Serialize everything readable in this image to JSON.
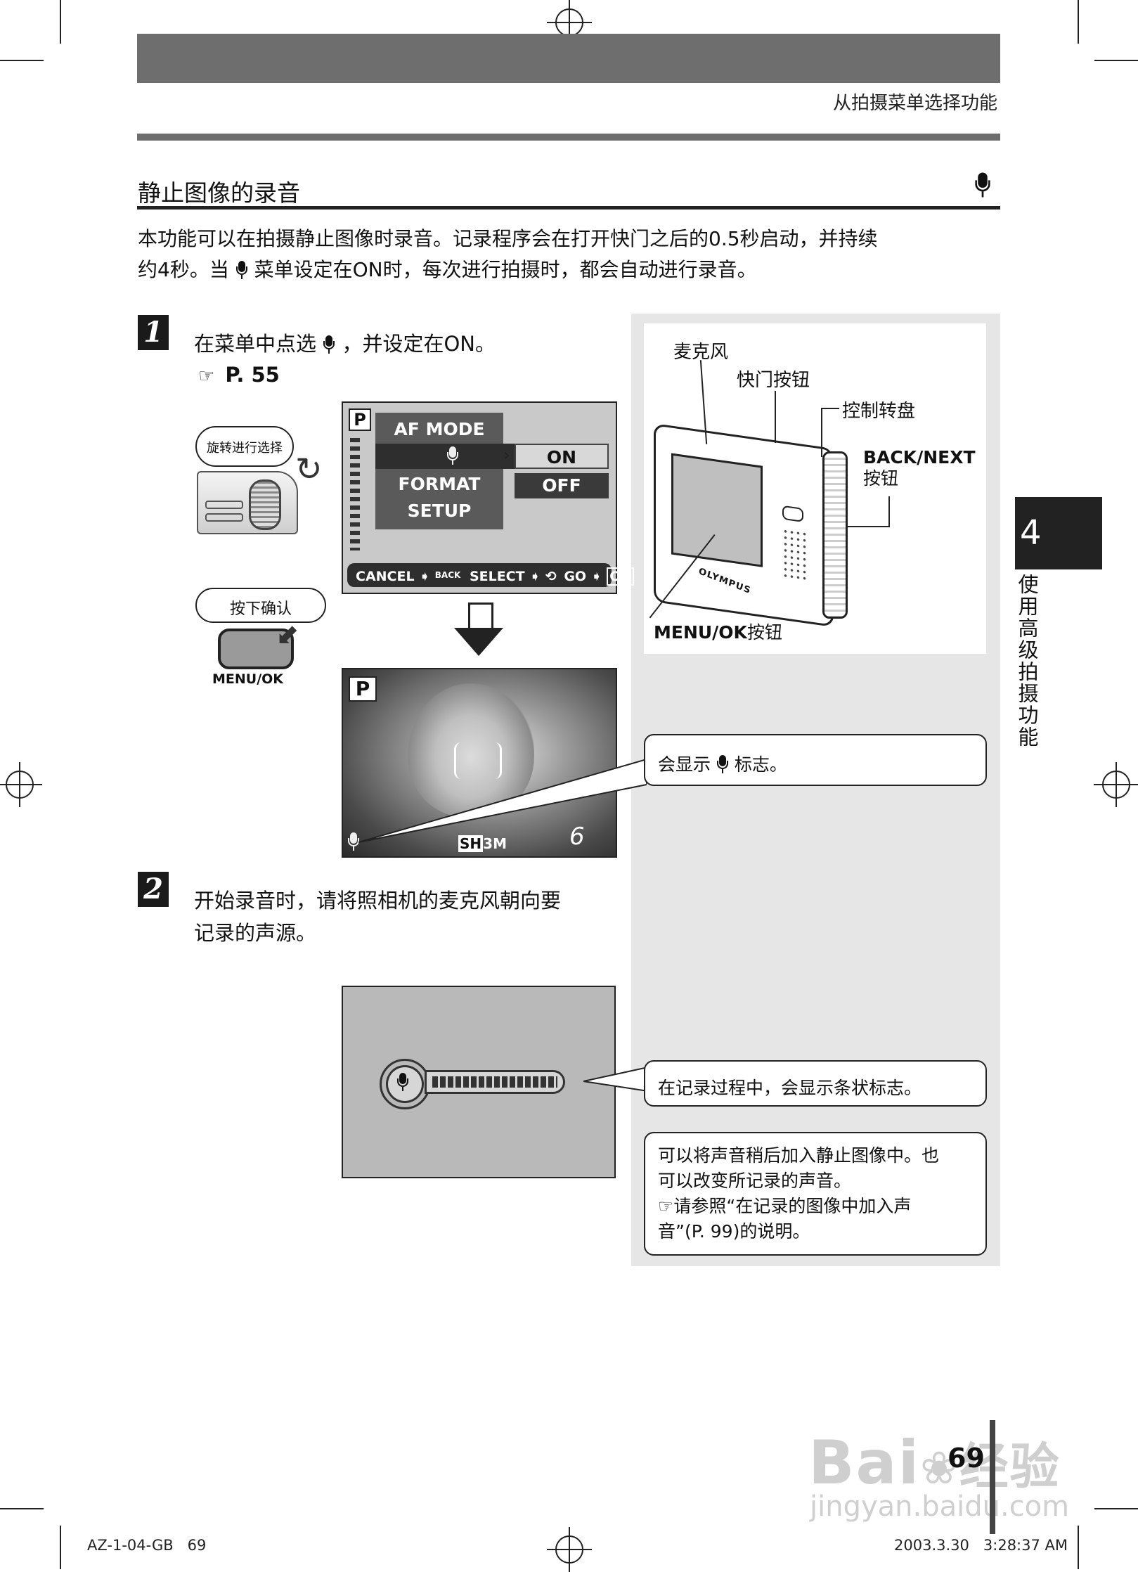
{
  "header": {
    "title": "从拍摄菜单选择功能"
  },
  "section": {
    "title": "静止图像的录音",
    "intro_line1": "本功能可以在拍摄静止图像时录音。记录程序会在打开快门之后的0.5秒启动，并持续",
    "intro_line2a": "约4秒。当",
    "intro_line2b": "菜单设定在ON时，每次进行拍摄时，都会自动进行录音。"
  },
  "step1": {
    "num": "1",
    "text_a": "在菜单中点选",
    "text_b": "，并设定在ON。",
    "ref": "P. 55",
    "dial_bubble": "旋转进行选择",
    "press_bubble": "按下确认",
    "button_label": "MENU/OK"
  },
  "menu_lcd": {
    "mode": "P",
    "items": [
      "AF MODE",
      "",
      "FORMAT",
      "SETUP"
    ],
    "options": [
      "ON",
      "OFF"
    ],
    "bottom_bar": {
      "cancel": "CANCEL",
      "back": "BACK",
      "select": "SELECT",
      "go": "GO",
      "ok": "OK"
    }
  },
  "photo_lcd": {
    "mode": "P",
    "quality": "SH",
    "size": "3M",
    "count": "6"
  },
  "camera_diagram": {
    "mic": "麦克风",
    "shutter": "快门按钮",
    "dial": "控制转盘",
    "back_next": "BACK/NEXT",
    "back_next_suffix": "按钮",
    "menu_ok": "MENU/OK",
    "menu_ok_suffix": "按钮",
    "brand": "OLYMPUS"
  },
  "callouts": {
    "mic_icon_a": "会显示",
    "mic_icon_b": "标志。",
    "bar": "在记录过程中，会显示条状标志。",
    "note_line1": "可以将声音稍后加入静止图像中。也",
    "note_line2": "可以改变所记录的声音。",
    "note_line3": "请参照“在记录的图像中加入声",
    "note_line4": "音”(P. 99)的说明。"
  },
  "step2": {
    "num": "2",
    "line1": "开始录音时，请将照相机的麦克风朝向要",
    "line2": "记录的声源。"
  },
  "side": {
    "chapter": "4",
    "label": "使用高级拍摄功能"
  },
  "page_number": "69",
  "watermark": {
    "brand": "Bai",
    "cn": "经验",
    "url": "jingyan.baidu.com"
  },
  "footer": {
    "left": "AZ-1-04-GB   69",
    "right": "2003.3.30   3:28:37 AM"
  },
  "colors": {
    "header_gray": "#6e6e6e",
    "panel_gray": "#e6e6e6",
    "lcd_dark": "#4a4a4a"
  }
}
